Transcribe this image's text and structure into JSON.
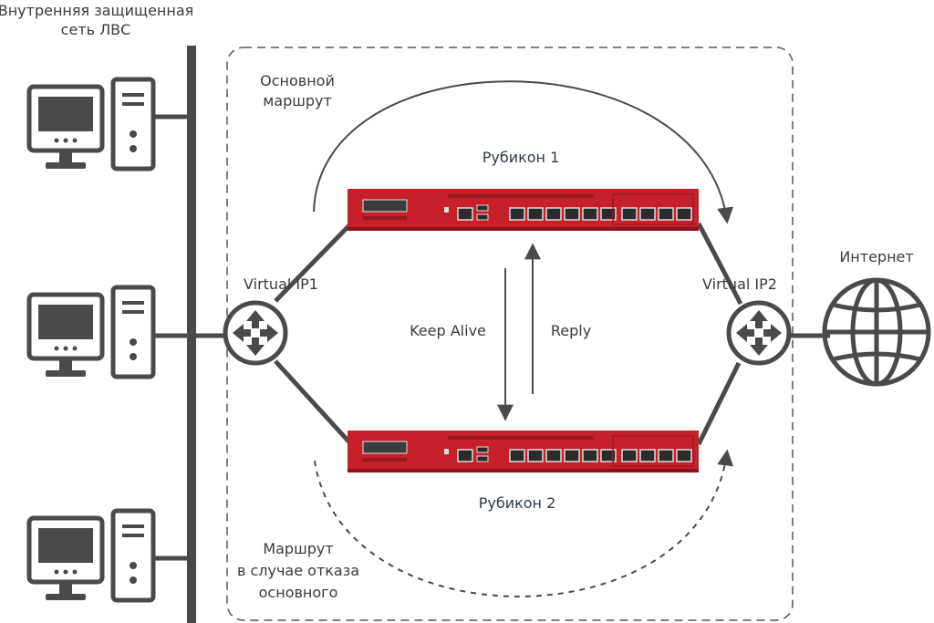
{
  "labels": {
    "lan_line1": "Внутренняя защищенная",
    "lan_line2": "сеть ЛВС",
    "primary_line1": "Основной",
    "primary_line2": "маршрут",
    "device1": "Рубикон 1",
    "device2": "Рубикон 2",
    "vip1": "Virtual IP1",
    "vip2": "Virtual IP2",
    "internet": "Интернет",
    "keepalive": "Keep Alive",
    "reply": "Reply",
    "failover_line1": "Маршрут",
    "failover_line2": "в случае отказа",
    "failover_line3": "основного"
  },
  "colors": {
    "device_red": "#c8202a",
    "line_gray": "#4a4a4a",
    "text": "#3a3a3a"
  },
  "icons": {
    "workstation": "desktop-computer-icon",
    "router": "router-icon",
    "internet": "globe-icon",
    "firewall": "rack-firewall-icon"
  }
}
